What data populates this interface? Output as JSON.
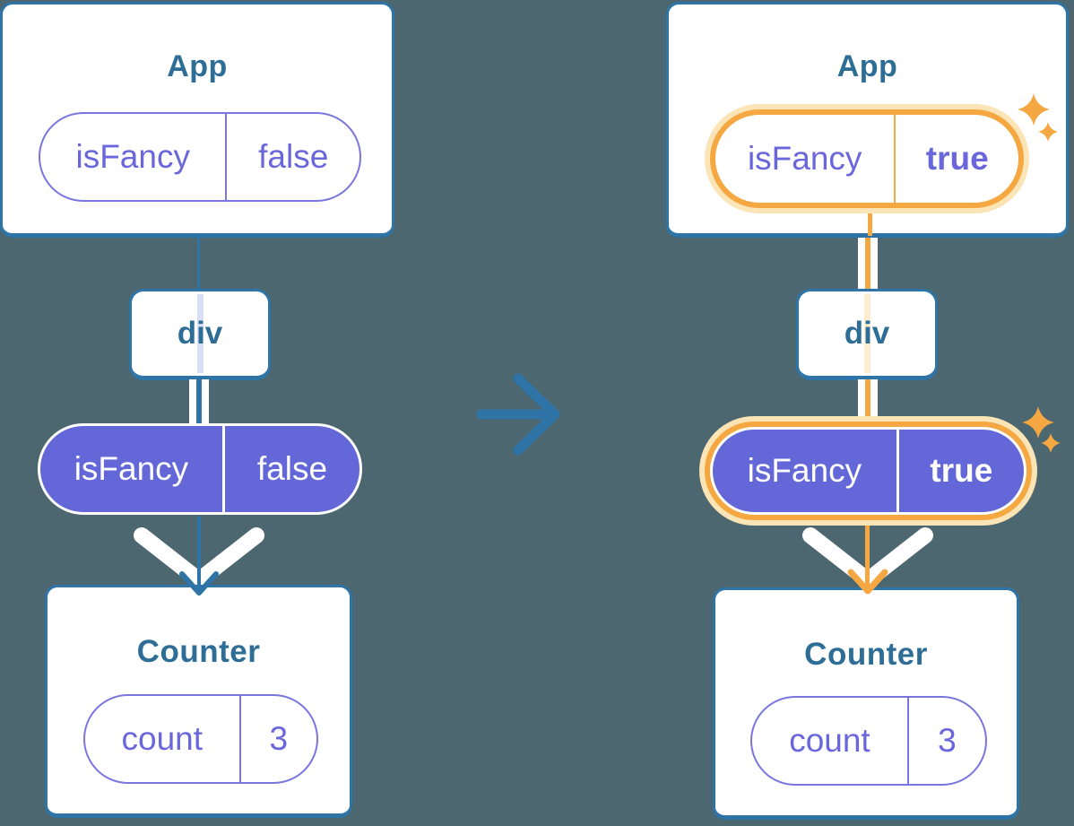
{
  "colors": {
    "background": "#4c6770",
    "card_border": "#2e74a7",
    "heading": "#2e6e96",
    "purple": "#6467d8",
    "purple_border": "#7a76df",
    "purple_text": "#6a66dc",
    "orange": "#f5a742",
    "orange_glow": "#fbe4b5",
    "orange_faint": "#fcedd3",
    "lavender_faint": "#d9dff6"
  },
  "before": {
    "app": {
      "title": "App",
      "prop_name": "isFancy",
      "prop_value": "false"
    },
    "div_label": "div",
    "passed_prop": {
      "name": "isFancy",
      "value": "false"
    },
    "counter": {
      "title": "Counter",
      "state_name": "count",
      "state_value": "3"
    }
  },
  "after": {
    "app": {
      "title": "App",
      "prop_name": "isFancy",
      "prop_value": "true"
    },
    "div_label": "div",
    "passed_prop": {
      "name": "isFancy",
      "value": "true"
    },
    "counter": {
      "title": "Counter",
      "state_name": "count",
      "state_value": "3"
    }
  }
}
